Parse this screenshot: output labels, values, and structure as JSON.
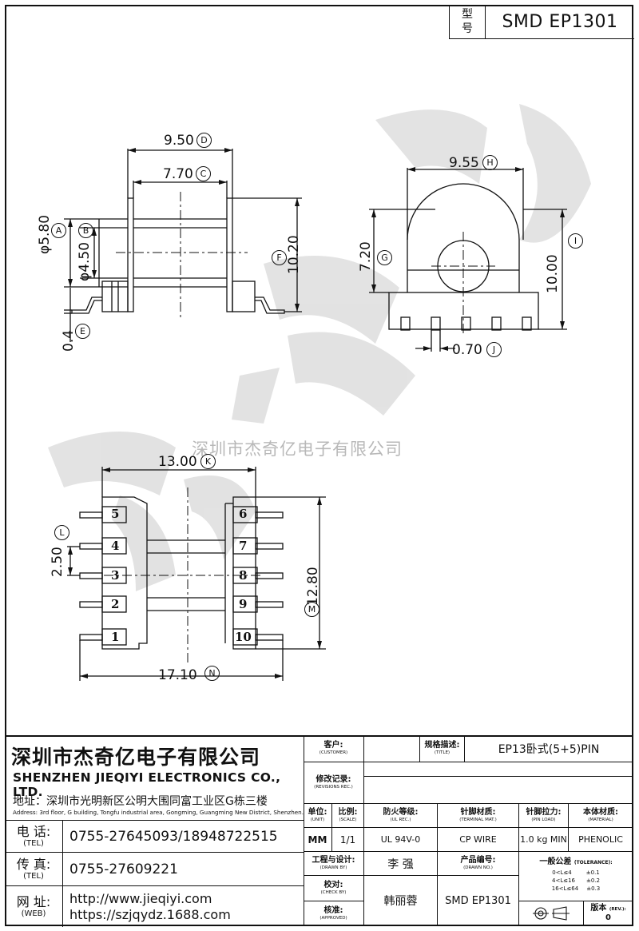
{
  "model_box": {
    "label_line1": "型",
    "label_line2": "号",
    "value": "SMD EP1301"
  },
  "watermark": {
    "text": "深圳市杰奇亿电子有限公司"
  },
  "side_view": {
    "dim_d": "9.50",
    "tag_d": "D",
    "dim_c": "7.70",
    "tag_c": "C",
    "dim_a": "φ5.80",
    "tag_a": "A",
    "dim_b": "φ4.50",
    "tag_b": "B",
    "dim_f": "10.20",
    "tag_f": "F",
    "dim_e": "0.4",
    "tag_e": "E"
  },
  "front_view": {
    "dim_h": "9.55",
    "tag_h": "H",
    "dim_g": "7.20",
    "tag_g": "G",
    "dim_i": "10.00",
    "tag_i": "I",
    "dim_j": "0.70",
    "tag_j": "J"
  },
  "bottom_view": {
    "dim_k": "13.00",
    "tag_k": "K",
    "dim_l": "2.50",
    "tag_l": "L",
    "dim_m": "12.80",
    "tag_m": "M",
    "dim_n": "17.10",
    "tag_n": "N",
    "pins_left": [
      "5",
      "4",
      "3",
      "2",
      "1"
    ],
    "pins_right": [
      "6",
      "7",
      "8",
      "9",
      "10"
    ]
  },
  "company": {
    "name_cn": "深圳市杰奇亿电子有限公司",
    "name_en": "SHENZHEN JIEQIYI ELECTRONICS CO., LTD.",
    "address_cn": "地址：深圳市光明新区公明大围同富工业区G栋三楼",
    "address_en": "Address: 3rd floor, G building, Tongfu industrial area, Gongming, Guangming New District, Shenzhen.",
    "tel_label": "电 话:",
    "tel_label_en": "(TEL)",
    "tel": "0755-27645093/18948722515",
    "fax_label": "传 真:",
    "fax_label_en": "(TEL)",
    "fax": "0755-27609221",
    "web_label": "网 址:",
    "web_label_en": "(WEB)",
    "web1": "http://www.jieqiyi.com",
    "web2": "https://szjqydz.1688.com"
  },
  "title_block": {
    "customer_label": "客户:",
    "customer_label_en": "(CUSTOMER)",
    "customer": "",
    "title_label": "规格描述:",
    "title_label_en": "(TITLE)",
    "title": "EP13卧式(5+5)PIN",
    "revisions_label": "修改记录:",
    "revisions_label_en": "(REVISIONS REC.)",
    "unit_label": "单位:",
    "unit_label_en": "(UNIT)",
    "unit": "MM",
    "scale_label": "比例:",
    "scale_label_en": "(SCALE)",
    "scale": "1/1",
    "ul_label": "防火等级:",
    "ul_label_en": "(UL REC.)",
    "ul": "UL 94V-0",
    "terminal_label": "针脚材质:",
    "terminal_label_en": "(TERMINAL MAT.)",
    "terminal": "CP WIRE",
    "pinload_label": "针脚拉力:",
    "pinload_label_en": "(PIN LOAD)",
    "pinload": "1.0 kg MIN",
    "material_label": "本体材质:",
    "material_label_en": "(MATERIAL)",
    "material": "PHENOLIC",
    "drawn_label": "工程与设计:",
    "drawn_label_en": "(DRAWN BY)",
    "drawn": "李 强",
    "check_label": "校对:",
    "check_label_en": "(CHECK BY)",
    "check": "韩丽蓉",
    "approved_label": "核准:",
    "approved_label_en": "(APPROVED)",
    "drawn_no_label": "产品编号:",
    "drawn_no_label_en": "(DRAWN NO.)",
    "drawn_no": "SMD EP1301",
    "tolerance_label": "一般公差",
    "tolerance_label_en": "(TOLERANCE):",
    "tol_rows": [
      {
        "range": "0<L≤4",
        "value": "±0.1"
      },
      {
        "range": "4<L≤16",
        "value": "±0.2"
      },
      {
        "range": "16<L≤64",
        "value": "±0.3"
      }
    ],
    "rev_label": "版本",
    "rev_label_en": "(REV.):",
    "rev": "0"
  }
}
